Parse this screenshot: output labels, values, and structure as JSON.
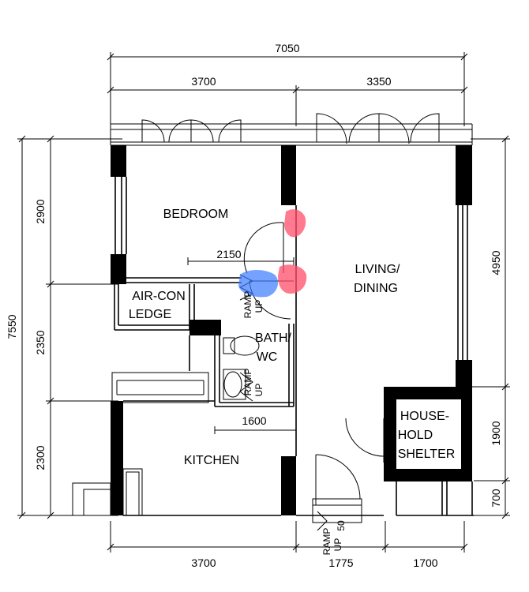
{
  "dimensions": {
    "top_total": "7050",
    "top_left": "3700",
    "top_right": "3350",
    "left_total": "7550",
    "left_1": "2900",
    "left_2": "2350",
    "left_3": "2300",
    "right_1": "4950",
    "right_2": "1900",
    "right_3": "700",
    "bottom_1": "3700",
    "bottom_2": "1775",
    "bottom_3": "1700",
    "inner_corridor": "2150",
    "inner_bath": "1600"
  },
  "rooms": {
    "bedroom": "BEDROOM",
    "living_line1": "LIVING/",
    "living_line2": "DINING",
    "aircon_line1": "AIR-CON",
    "aircon_line2": "LEDGE",
    "bath_line1": "BATH/",
    "bath_line2": "WC",
    "kitchen": "KITCHEN",
    "shelter_line1": "HOUSE-",
    "shelter_line2": "HOLD",
    "shelter_line3": "SHELTER"
  },
  "ramps": {
    "ramp_1a": "RAMP",
    "ramp_1b": "UP",
    "ramp_2a": "RAMP",
    "ramp_2b": "UP",
    "ramp_3a": "RAMP",
    "ramp_3b": "UP",
    "ramp_3c": "50"
  },
  "highlights": {
    "red": "#ff4d6a",
    "blue": "#3a7bff"
  }
}
